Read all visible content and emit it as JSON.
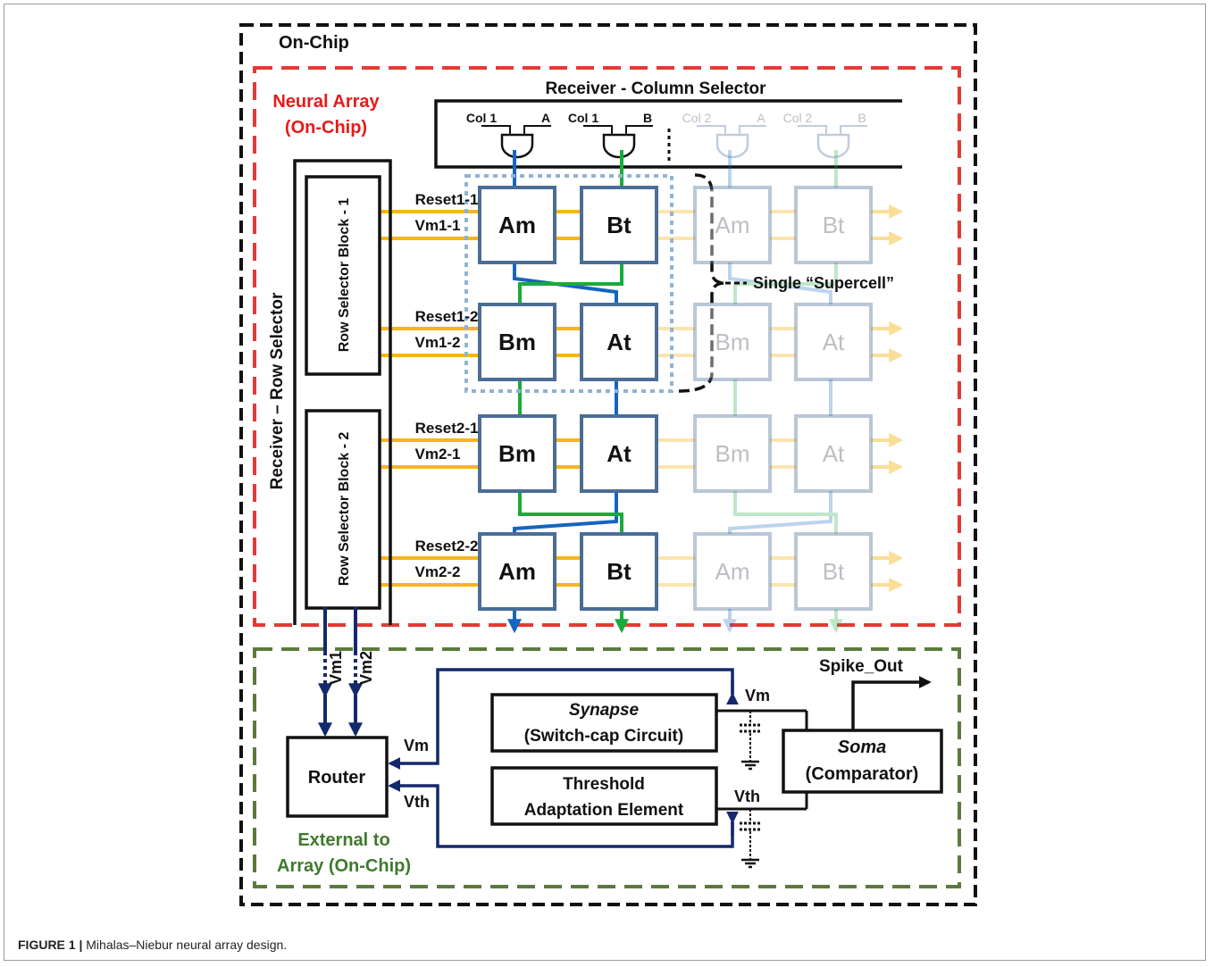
{
  "regions": {
    "on_chip": "On-Chip",
    "neural_array": [
      "Neural Array",
      "(On-Chip)"
    ],
    "external": [
      "External to",
      "Array (On-Chip)"
    ]
  },
  "column_selector": {
    "title": "Receiver - Column Selector",
    "inputs": [
      [
        "Col 1",
        "A"
      ],
      [
        "Col 1",
        "B"
      ],
      [
        "Col 2",
        "A"
      ],
      [
        "Col 2",
        "B"
      ]
    ]
  },
  "row_selector": {
    "title": "Receiver – Row Selector",
    "block1": "Row Selector Block - 1",
    "block2": "Row Selector Block - 2"
  },
  "row_labels": [
    [
      "Reset1-1",
      "Vm1-1"
    ],
    [
      "Reset1-2",
      "Vm1-2"
    ],
    [
      "Reset2-1",
      "Vm2-1"
    ],
    [
      "Reset2-2",
      "Vm2-2"
    ]
  ],
  "cells": [
    [
      "Am",
      "Bt",
      "Am",
      "Bt"
    ],
    [
      "Bm",
      "At",
      "Bm",
      "At"
    ],
    [
      "Bm",
      "At",
      "Bm",
      "At"
    ],
    [
      "Am",
      "Bt",
      "Am",
      "Bt"
    ]
  ],
  "supercell_label": "Single “Supercell”",
  "external_blocks": {
    "router": "Router",
    "synapse": [
      "Synapse",
      "(Switch-cap Circuit)"
    ],
    "threshold": [
      "Threshold",
      "Adaptation Element"
    ],
    "soma": [
      "Soma",
      "(Comparator)"
    ]
  },
  "signals": {
    "vm1": "Vm1",
    "vm2": "Vm2",
    "vm": "Vm",
    "vth": "Vth",
    "spike_out": "Spike_Out"
  },
  "colors": {
    "region_on_chip": "#111111",
    "region_neural_array": "#e53935",
    "region_external": "#5b7a3c",
    "neural_array_label": "#e8191b",
    "external_label": "#3f7a2c",
    "reset_vm_lines": "#f5b51b",
    "blue_wire": "#1565c0",
    "green_wire": "#1aab3c",
    "router_wire": "#14296b",
    "cell_border": "#4a6d96"
  },
  "caption": {
    "label": "FIGURE 1 |",
    "text": "Mihalas–Niebur neural array design."
  }
}
